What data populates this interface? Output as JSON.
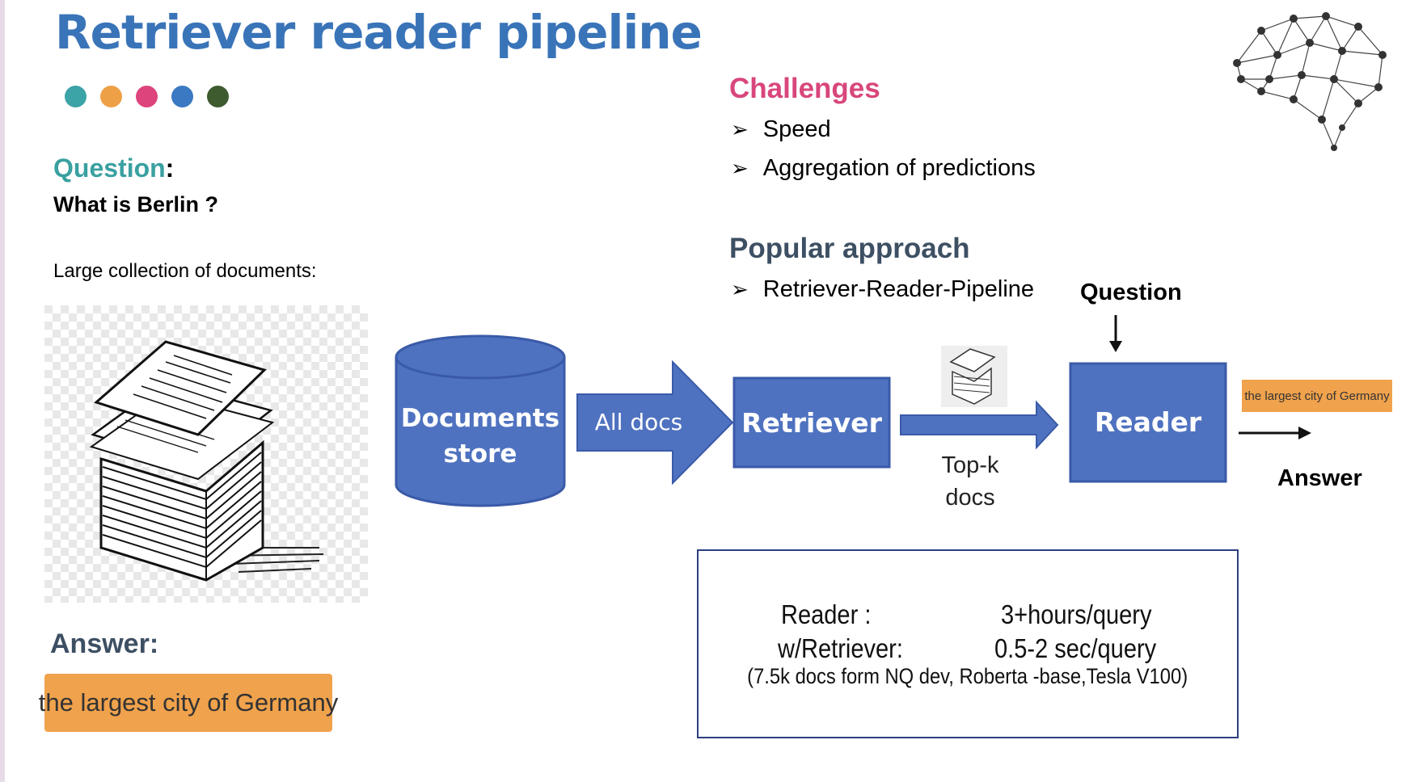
{
  "slide": {
    "title": "Retriever reader pipeline",
    "dot_colors": [
      "#3ca3a6",
      "#eea046",
      "#de447c",
      "#3b79c2",
      "#3e5a2f"
    ]
  },
  "question": {
    "label": "Question",
    "colon": ":",
    "text": "What is Berlin ?"
  },
  "collection_label": "Large collection of documents:",
  "answer": {
    "label": "Answer:",
    "value": "the largest city of Germany"
  },
  "challenges": {
    "title": "Challenges",
    "items": [
      "Speed",
      "Aggregation of predictions"
    ]
  },
  "popular": {
    "title": "Popular approach",
    "items": [
      "Retriever-Reader-Pipeline"
    ]
  },
  "bullet_glyph": "➢",
  "pipeline": {
    "store_line1": "Documents",
    "store_line2": "store",
    "all_docs": "All docs",
    "retriever": "Retriever",
    "topk_line1": "Top-k",
    "topk_line2": "docs",
    "reader": "Reader",
    "question": "Question",
    "answer_box": "the largest city of Germany",
    "answer_label": "Answer"
  },
  "stats": {
    "reader_label": "Reader :",
    "reader_value": "3+hours/query",
    "retriever_label": "w/Retriever:",
    "retriever_value": "0.5-2 sec/query",
    "note": "(7.5k docs form NQ dev, Roberta -base,Tesla V100)"
  },
  "colors": {
    "title": "#3a74b8",
    "question_keyword": "#3aa0a0",
    "challenges": "#d8467c",
    "popular": "#3d4f63",
    "box_fill": "#4f72c0",
    "box_stroke": "#3a5aa8",
    "answer_box": "#f0a24c"
  },
  "icons": [
    "brain-network-icon",
    "paper-stack-illustration",
    "small-paper-stack-icon",
    "bullet-arrow-icon"
  ]
}
